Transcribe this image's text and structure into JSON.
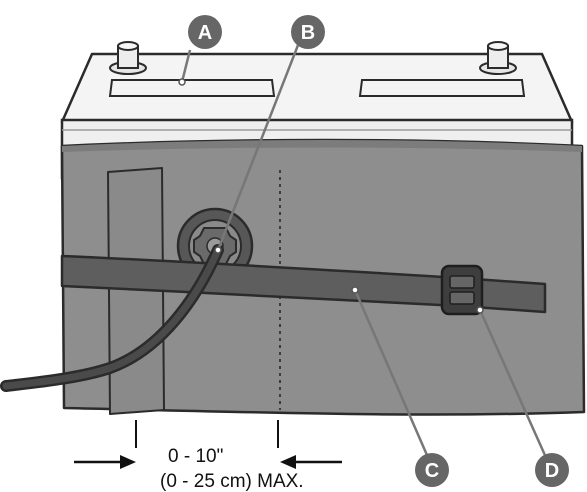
{
  "callouts": {
    "a": "A",
    "b": "B",
    "c": "C",
    "d": "D"
  },
  "dimension": {
    "line1": "0 - 10\"",
    "line2": "(0 - 25 cm) MAX."
  },
  "colors": {
    "battery_body": "#f2f2f2",
    "battery_outline": "#2b2b2b",
    "blanket_fill": "#8e8e8e",
    "strap_fill": "#6a6a6a",
    "cord": "#303030",
    "callout_fill": "#666666"
  }
}
